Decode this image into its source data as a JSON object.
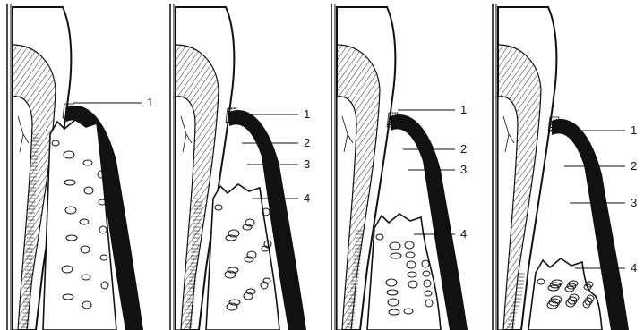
{
  "colors": {
    "ink": "#111111",
    "paper": "#ffffff"
  },
  "panels": [
    {
      "labels": [
        "1"
      ]
    },
    {
      "labels": [
        "1",
        "2",
        "3",
        "4"
      ]
    },
    {
      "labels": [
        "1",
        "2",
        "3",
        "4"
      ]
    },
    {
      "labels": [
        "1",
        "2",
        "3",
        "4"
      ]
    }
  ]
}
